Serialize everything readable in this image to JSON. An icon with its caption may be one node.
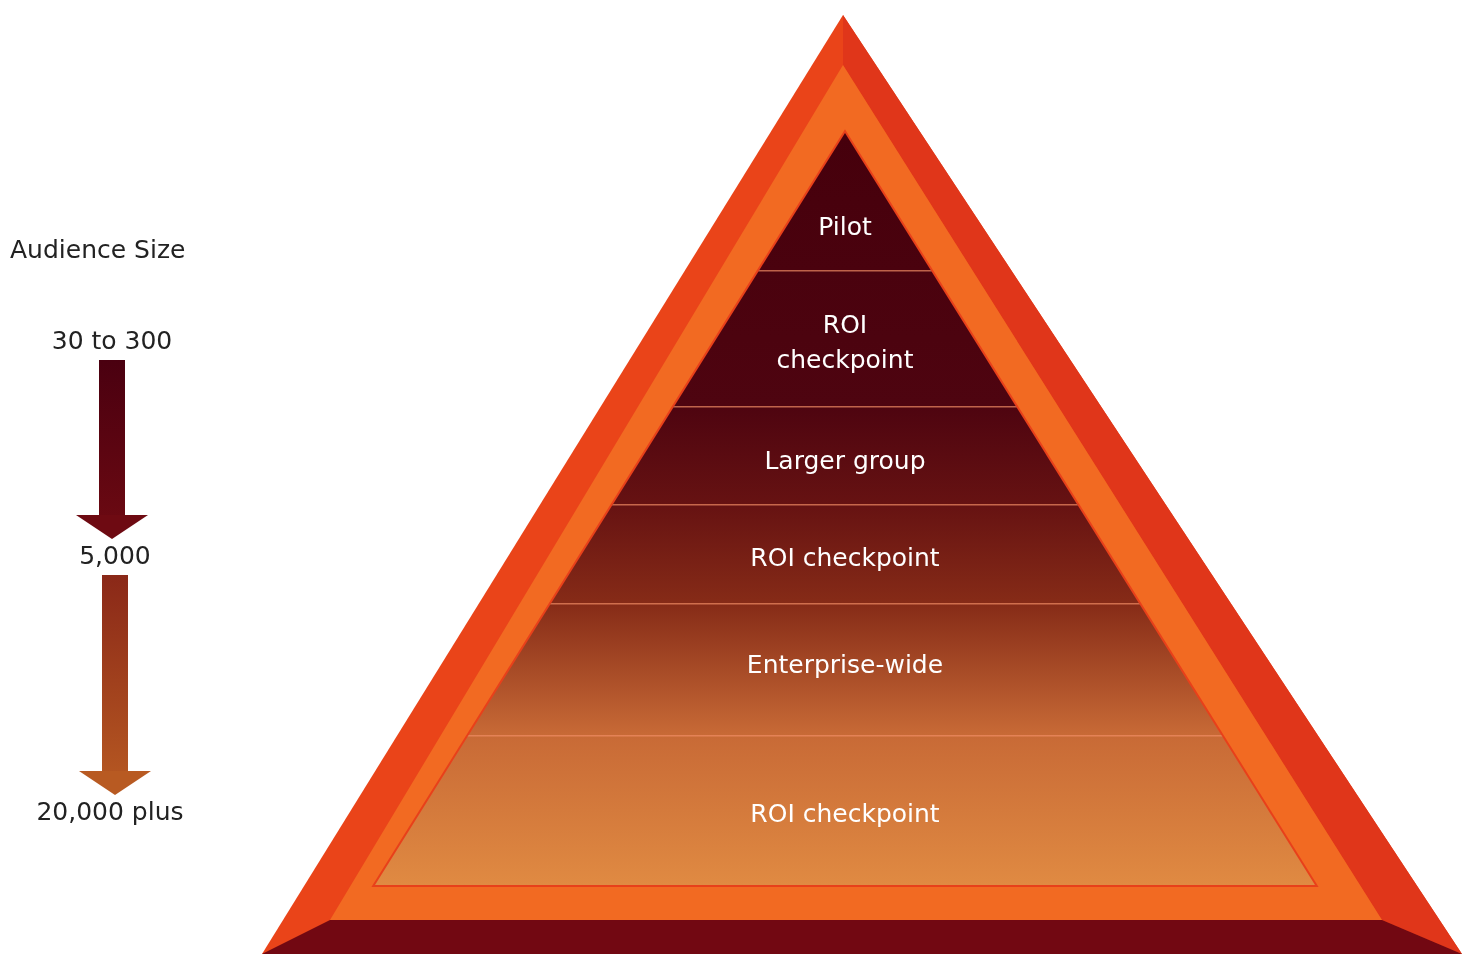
{
  "diagram": {
    "nodes": [
      {
        "text": [],
        "shape": "triangle"
      },
      {
        "text": [
          "Pilot"
        ],
        "in": 0
      },
      {
        "text": [
          "ROI checkpoint"
        ],
        "in": 0
      },
      {
        "text": [
          "Larger group"
        ],
        "in": 0
      },
      {
        "text": [
          "ROI checkpoint"
        ],
        "in": 0
      },
      {
        "text": [
          "Enterprise-wide"
        ],
        "in": 0
      },
      {
        "text": [
          "ROI checkpoint"
        ],
        "in": 0
      },
      {
        "text": [
          "30 to 300"
        ]
      },
      {
        "text": [
          "5,000"
        ]
      },
      {
        "text": [
          "20,000 plus"
        ]
      }
    ],
    "edges": [
      {
        "from": 7,
        "to": 8,
        "arrow": "to"
      },
      {
        "from": 8,
        "to": 9,
        "arrow": "to"
      }
    ],
    "labels": [
      "Audience Size"
    ]
  }
}
